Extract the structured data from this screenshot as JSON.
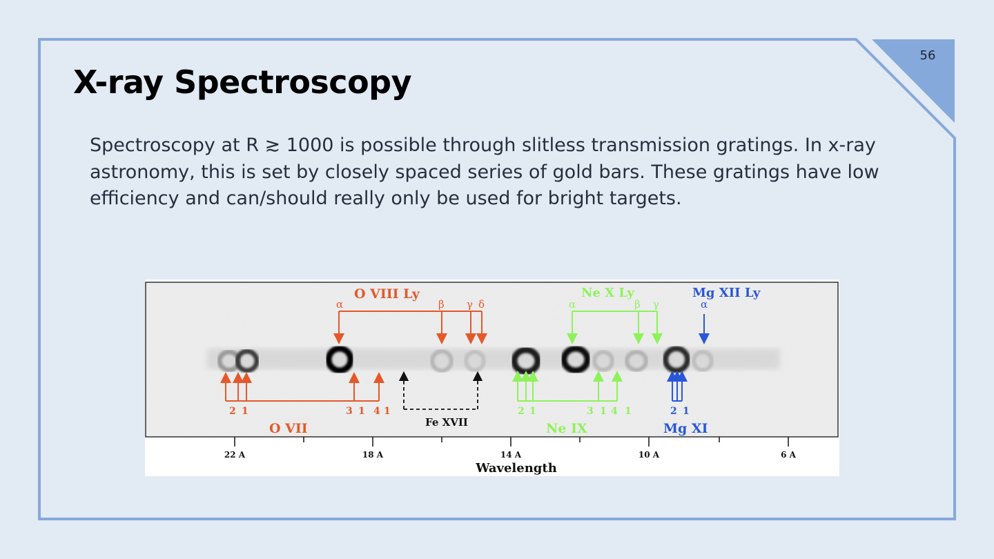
{
  "page_number": "56",
  "title": "X-ray Spectroscopy",
  "body_text": "Spectroscopy at R ≳ 1000 is possible through slitless transmission gratings. In x-ray astronomy, this is set by closely spaced series of gold bars. These gratings have low efficiency and can/should really only be used for bright targets.",
  "colors": {
    "background": "#e2eaf3",
    "frame": "#86a9dc",
    "o_lines": "#e4582a",
    "ne_lines": "#8ef25a",
    "mg_lines": "#2a56d8",
    "fe_lines": "#111111"
  },
  "figure": {
    "o_viii_title": "O VIII Ly",
    "o_viii_greek": [
      "α",
      "β",
      "γ",
      "δ"
    ],
    "ne_x_title": "Ne X Ly",
    "ne_x_greek": [
      "α",
      "β",
      "γ"
    ],
    "mg_xii_title": "Mg XII Ly",
    "mg_xii_greek": "α",
    "o_vii_label": "O VII",
    "o_vii_numbers": [
      "2",
      "1",
      "3",
      "1",
      "4",
      "1"
    ],
    "fe_xvii_label": "Fe XVII",
    "ne_ix_label": "Ne IX",
    "ne_ix_numbers": [
      "2",
      "1",
      "3",
      "1",
      "4",
      "1"
    ],
    "mg_xi_label": "Mg XI",
    "mg_xi_numbers": [
      "2",
      "1"
    ],
    "ticks": [
      "22 A",
      "18 A",
      "14 A",
      "10 A",
      "6 A"
    ],
    "axis_label": "Wavelength"
  }
}
